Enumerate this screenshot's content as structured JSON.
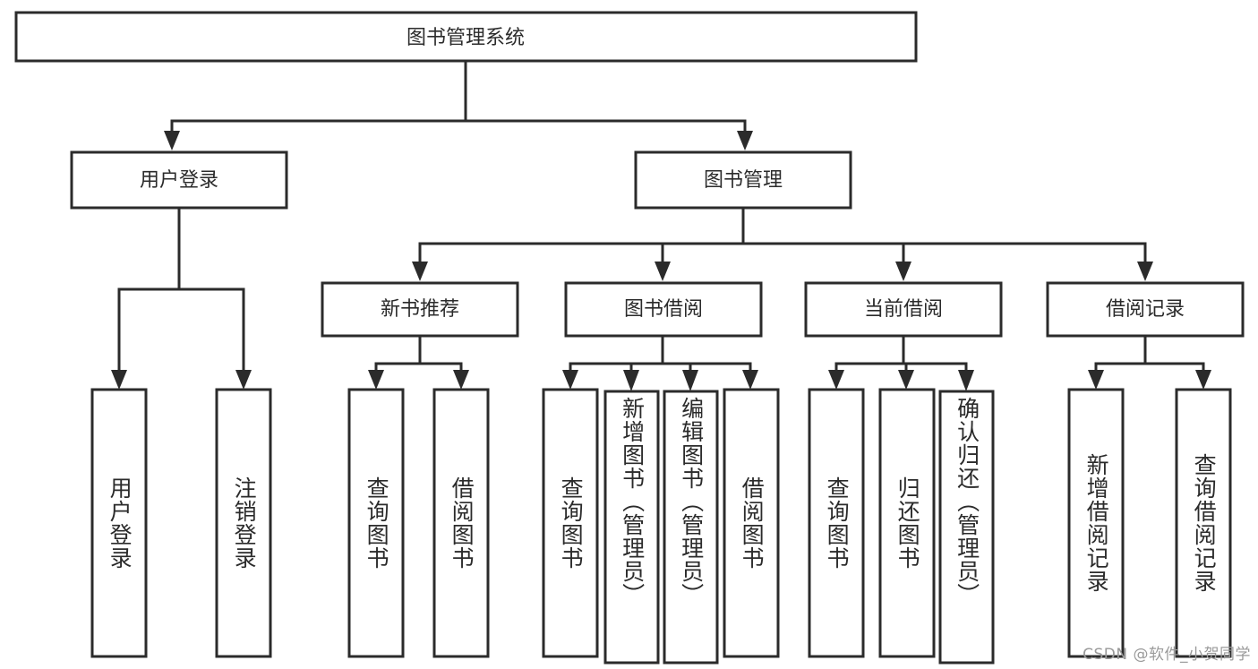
{
  "diagram": {
    "title": "图书管理系统",
    "type": "tree-hierarchy",
    "watermark": "CSDN @软件_小贺同学",
    "colors": {
      "stroke": "#2b2b2b",
      "fill": "#ffffff",
      "background": "#ffffff",
      "watermark": "#9a9a9a"
    },
    "levels": [
      {
        "level": 1,
        "nodes": [
          {
            "id": "root",
            "label": "图书管理系统",
            "orientation": "horizontal"
          }
        ]
      },
      {
        "level": 2,
        "nodes": [
          {
            "id": "user-login",
            "label": "用户登录",
            "orientation": "horizontal",
            "parent": "root"
          },
          {
            "id": "book-manage",
            "label": "图书管理",
            "orientation": "horizontal",
            "parent": "root"
          }
        ]
      },
      {
        "level": 3,
        "nodes": [
          {
            "id": "new-book-rec",
            "label": "新书推荐",
            "orientation": "horizontal",
            "parent": "book-manage"
          },
          {
            "id": "book-borrow",
            "label": "图书借阅",
            "orientation": "horizontal",
            "parent": "book-manage"
          },
          {
            "id": "current-borrow",
            "label": "当前借阅",
            "orientation": "horizontal",
            "parent": "book-manage"
          },
          {
            "id": "borrow-record",
            "label": "借阅记录",
            "orientation": "horizontal",
            "parent": "book-manage"
          }
        ]
      },
      {
        "level": 4,
        "nodes": [
          {
            "id": "leaf-user-login",
            "label": "用户登录",
            "orientation": "vertical",
            "parent": "user-login"
          },
          {
            "id": "leaf-user-logout",
            "label": "注销登录",
            "orientation": "vertical",
            "parent": "user-login"
          },
          {
            "id": "leaf-query-book-1",
            "label": "查询图书",
            "orientation": "vertical",
            "parent": "new-book-rec"
          },
          {
            "id": "leaf-borrow-book-1",
            "label": "借阅图书",
            "orientation": "vertical",
            "parent": "new-book-rec"
          },
          {
            "id": "leaf-query-book-2",
            "label": "查询图书",
            "orientation": "vertical",
            "parent": "book-borrow"
          },
          {
            "id": "leaf-add-book",
            "label": "新增图书（管理员）",
            "orientation": "vertical",
            "parent": "book-borrow"
          },
          {
            "id": "leaf-edit-book",
            "label": "编辑图书（管理员）",
            "orientation": "vertical",
            "parent": "book-borrow"
          },
          {
            "id": "leaf-borrow-book-2",
            "label": "借阅图书",
            "orientation": "vertical",
            "parent": "book-borrow"
          },
          {
            "id": "leaf-query-book-3",
            "label": "查询图书",
            "orientation": "vertical",
            "parent": "current-borrow"
          },
          {
            "id": "leaf-return-book",
            "label": "归还图书",
            "orientation": "vertical",
            "parent": "current-borrow"
          },
          {
            "id": "leaf-confirm-return",
            "label": "确认归还（管理员）",
            "orientation": "vertical",
            "parent": "current-borrow"
          },
          {
            "id": "leaf-add-record",
            "label": "新增借阅记录",
            "orientation": "vertical",
            "parent": "borrow-record"
          },
          {
            "id": "leaf-query-record",
            "label": "查询借阅记录",
            "orientation": "vertical",
            "parent": "borrow-record"
          }
        ]
      }
    ]
  }
}
